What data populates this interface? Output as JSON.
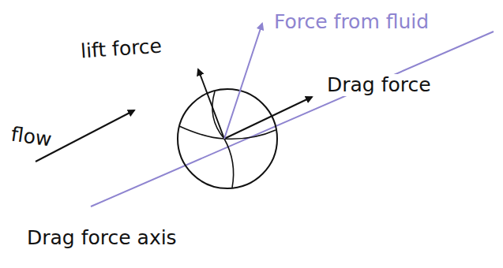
{
  "diagram": {
    "labels": [
      "lift force",
      "flow",
      "Force from fluid",
      "Drag force",
      "Drag force axis"
    ]
  }
}
